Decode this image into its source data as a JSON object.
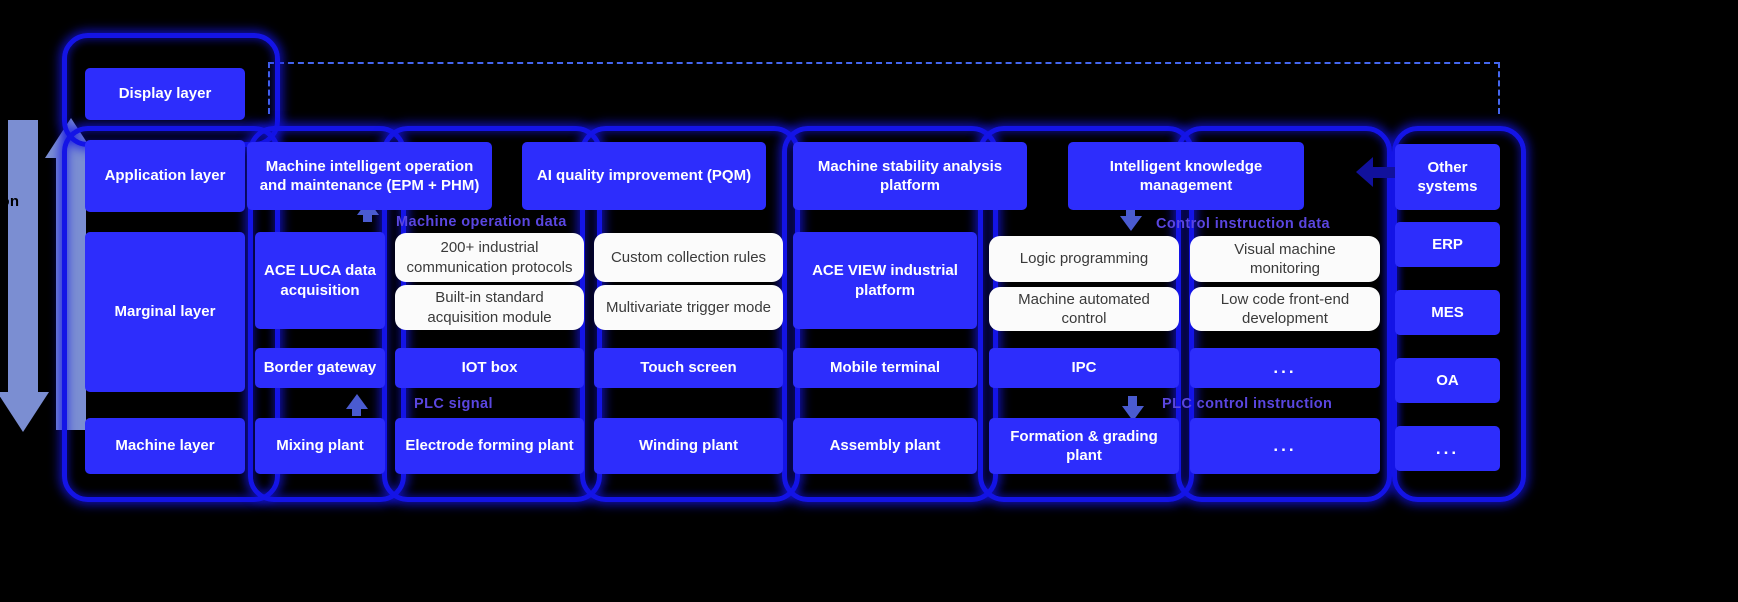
{
  "flow_labels": {
    "left_cut": "ation",
    "machine_operation_data": "Machine operation data",
    "control_instruction_data": "Control instruction data",
    "plc_signal": "PLC signal",
    "plc_control_instruction": "PLC control instruction"
  },
  "rows": {
    "display": {
      "label": "Display layer"
    },
    "application": {
      "label": "Application layer",
      "items": [
        "Machine intelligent operation and maintenance (EPM + PHM)",
        "AI quality improvement (PQM)",
        "Machine stability analysis platform",
        "Intelligent knowledge management"
      ]
    },
    "marginal": {
      "label": "Marginal layer",
      "platform_left": "ACE LUCA data acquisition",
      "platform_right": "ACE VIEW industrial platform",
      "left_cards": [
        "200+ industrial communication protocols",
        "Custom collection rules",
        "Built-in standard acquisition module",
        "Multivariate trigger mode"
      ],
      "right_cards": [
        "Logic programming",
        "Visual machine monitoring",
        "Machine automated control",
        "Low code front-end development"
      ],
      "devices": [
        "Border gateway",
        "IOT box",
        "Touch screen",
        "Mobile terminal",
        "IPC",
        "..."
      ]
    },
    "machine": {
      "label": "Machine layer",
      "items": [
        "Mixing plant",
        "Electrode forming plant",
        "Winding plant",
        "Assembly plant",
        "Formation & grading plant",
        "..."
      ]
    }
  },
  "right_column": {
    "items": [
      "Other systems",
      "ERP",
      "MES",
      "OA",
      "..."
    ]
  },
  "colors": {
    "blue_box": "#2d2dfc",
    "white_card": "#fbfbfb",
    "capsule_border": "#1414e6",
    "arrow": "#7b8ed2",
    "caption": "#5a46e0",
    "background": "#000000"
  }
}
